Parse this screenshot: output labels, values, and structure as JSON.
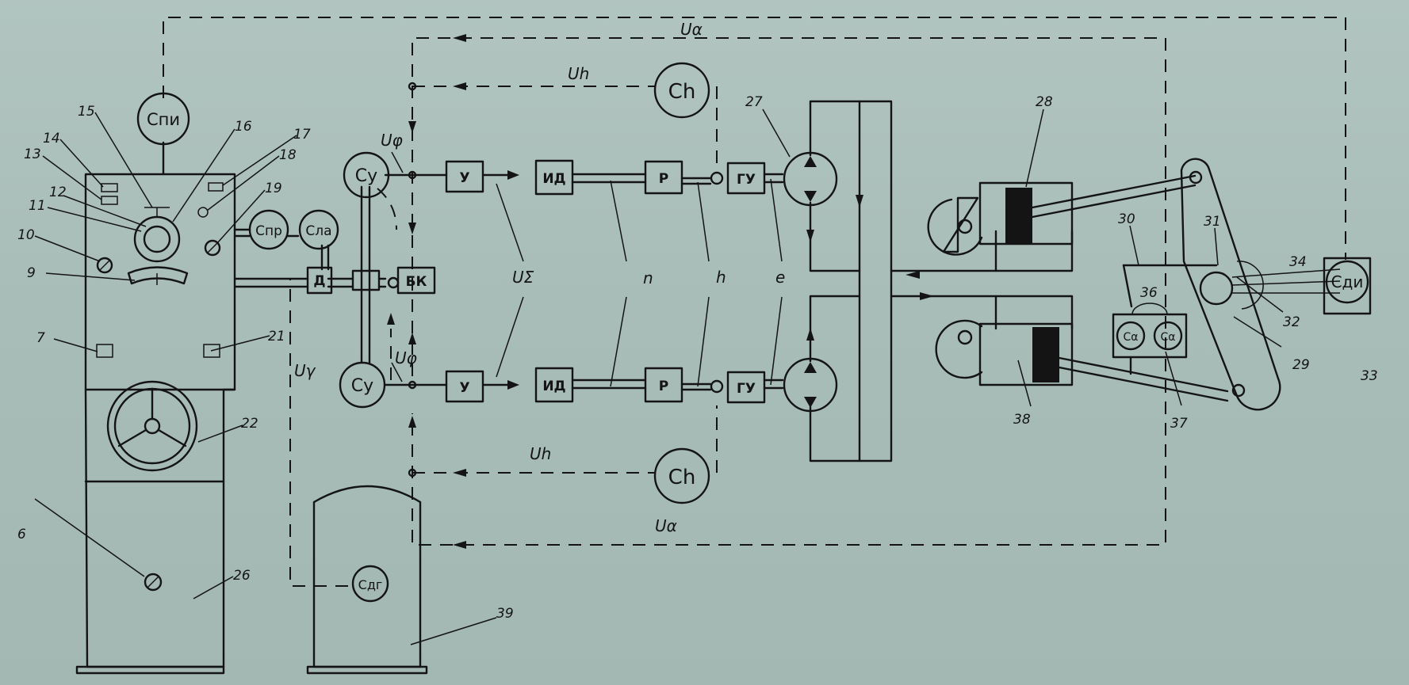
{
  "sensors": {
    "s_pi": "Спи",
    "s_pr": "Спр",
    "s_la": "Сла",
    "s_y_top": "Су",
    "s_y_bottom": "Су",
    "s_h_top": "Сh",
    "s_h_bottom": "Сh",
    "s_di": "Сди",
    "s_dg": "Сдг",
    "s_a1": "Сα",
    "s_a2": "Сα"
  },
  "blocks": {
    "d": "Д",
    "bk": "БК",
    "u_top": "У",
    "u_bottom": "У",
    "id_top": "ИД",
    "id_bottom": "ИД",
    "r_top": "Р",
    "r_bottom": "Р",
    "gu_top": "ГУ",
    "gu_bottom": "ГУ"
  },
  "signals": {
    "u_alpha_top": "Uα",
    "u_h_top": "Uh",
    "u_phi_top": "Uφ",
    "u_gamma": "Uγ",
    "u_phi_bottom": "Uφ",
    "u_sigma": "UΣ",
    "n": "n",
    "h": "h",
    "e": "e",
    "u_h_bottom": "Uh",
    "u_alpha_bottom": "Uα"
  },
  "callouts": [
    "6",
    "7",
    "9",
    "10",
    "11",
    "12",
    "13",
    "14",
    "15",
    "16",
    "17",
    "18",
    "19",
    "21",
    "22",
    "26",
    "27",
    "28",
    "29",
    "30",
    "31",
    "32",
    "33",
    "34",
    "36",
    "37",
    "38",
    "39"
  ],
  "colors": {
    "background": "#a9bdb9",
    "ink": "#141414"
  }
}
